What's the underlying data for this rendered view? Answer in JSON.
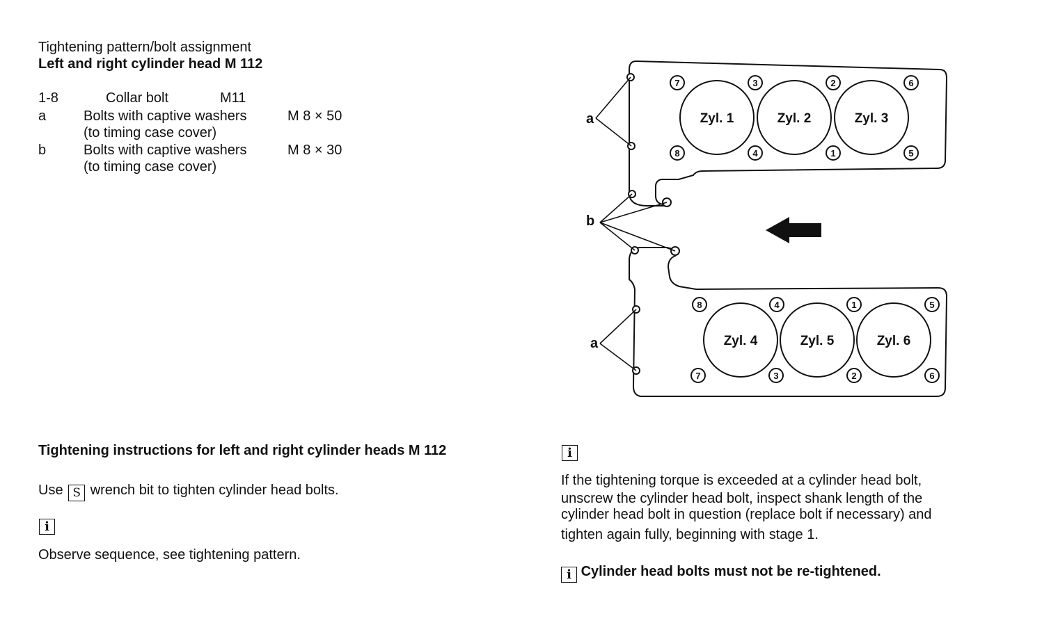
{
  "header": {
    "title": "Tightening pattern/bolt assignment",
    "subtitle": "Left and right cylinder head M 112"
  },
  "bolt_table": [
    {
      "id": "1-8",
      "desc": "Collar bolt",
      "size": "M11",
      "note": ""
    },
    {
      "id": "a",
      "desc": "Bolts with captive washers",
      "size": "M 8 × 50",
      "note": "(to timing case cover)"
    },
    {
      "id": "b",
      "desc": "Bolts with captive washers",
      "size": "M 8 × 30",
      "note": "(to timing case cover)"
    }
  ],
  "diagram": {
    "label_a": "a",
    "label_b": "b",
    "cylinders_top": [
      "Zyl. 1",
      "Zyl. 2",
      "Zyl. 3"
    ],
    "cylinders_bottom": [
      "Zyl. 4",
      "Zyl. 5",
      "Zyl. 6"
    ],
    "top_row_upper": [
      "7",
      "3",
      "2",
      "6"
    ],
    "top_row_lower": [
      "8",
      "4",
      "1",
      "5"
    ],
    "bottom_row_upper": [
      "8",
      "4",
      "1",
      "5"
    ],
    "bottom_row_lower": [
      "7",
      "3",
      "2",
      "6"
    ]
  },
  "instructions": {
    "heading": "Tightening instructions for left and right cylinder heads M 112",
    "use_prefix": "Use",
    "tool_icon": "S",
    "use_suffix": "wrench bit to tighten cylinder head bolts.",
    "info_icon": "i",
    "observe": "Observe sequence, see tightening pattern."
  },
  "notes": {
    "info_icon": "i",
    "torque_lines": [
      "If the tightening torque is exceeded at a cylinder head bolt,",
      "unscrew the cylinder head bolt, inspect shank length of the",
      "cylinder head bolt in question (replace bolt if necessary) and",
      "tighten again fully, beginning with stage 1."
    ],
    "warning": "Cylinder head bolts must not be re-tightened."
  }
}
